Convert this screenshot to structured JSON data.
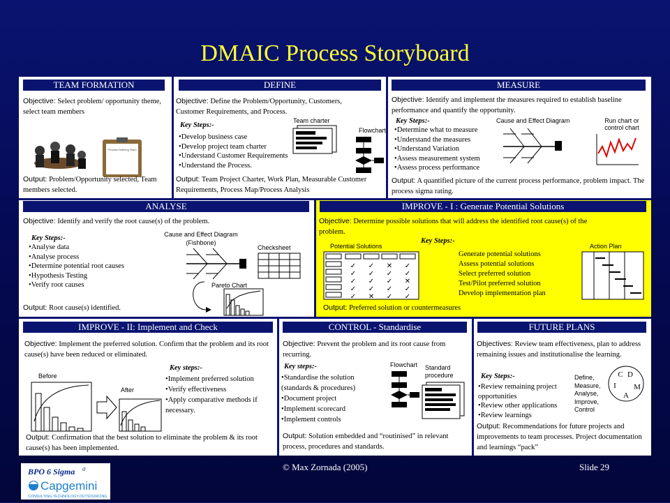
{
  "title": "DMAIC Process Storyboard",
  "sections": {
    "team": {
      "header": "TEAM FORMATION",
      "objective_label": "Objective:",
      "objective": "Select problem/ opportunity theme, select team members",
      "output_label": "Output:",
      "output": "Problem/Opportunity selected, Team members selected.",
      "clipboard_text": "Process Defining Team"
    },
    "define": {
      "header": "DEFINE",
      "objective_label": "Objective:",
      "objective": "Define the Problem/Opportunity, Customers, Customer Requirements, and Process.",
      "key_steps_label": "Key Steps:-",
      "key_steps": [
        "Develop business case",
        "Develop project team charter",
        "Understand Customer Requirements",
        "Understand the Process."
      ],
      "team_charter_caption": "Team charter",
      "flowchart_caption": "Flowchart",
      "output_label": "Output:",
      "output": "Team Project Charter, Work Plan, Measurable Customer Requirements, Process Map/Process Analysis"
    },
    "measure": {
      "header": "MEASURE",
      "objective_label": "Objective:",
      "objective": "Identify and implement the measures required to establish baseline performance and quantify the opportunity.",
      "key_steps_label": "Key Steps:-",
      "key_steps": [
        "Determine what to measure",
        "Understand the measures",
        "Understand Variation",
        "Assess measurement system",
        "Assess process performance"
      ],
      "cause_effect_caption": "Cause and Effect Diagram",
      "run_chart_caption": "Run chart or control chart",
      "output_label": "Output:",
      "output": "A quantified picture of the current process performance, problem impact. The process sigma rating."
    },
    "analyse": {
      "header": "ANALYSE",
      "objective_label": "Objective:",
      "objective": "Identify and verify the root cause(s) of the problem.",
      "key_steps_label": "Key Steps:-",
      "key_steps": [
        "Analyse data",
        "Analyse process",
        "Determine potential root causes",
        "Hypothesis Testing",
        "Verify root causes"
      ],
      "fishbone_caption": "Cause and Effect Diagram (Fishbone)",
      "checksheet_caption": "Checksheet",
      "pareto_caption": "Pareto Chart",
      "output_label": "Output:",
      "output": "Root cause(s) identified."
    },
    "improve1": {
      "header": "IMPROVE - I : Generate Potential Solutions",
      "objective_label": "Objective:",
      "objective": "Determine possible solutions that will address the identified root cause(s) of the problem.",
      "key_steps_label": "Key Steps:-",
      "key_steps": [
        "Generate potential solutions",
        "Assess potential solutions",
        "Select preferred solution",
        "Test/Pilot preferred solution",
        "Develop implementation plan"
      ],
      "potential_caption": "Potential Solutions",
      "action_plan_caption": "Action Plan",
      "output_label": "Output:",
      "output": "Preferred solution or countermeasures"
    },
    "improve2": {
      "header": "IMPROVE - II: Implement and Check",
      "objective_label": "Objective:",
      "objective": "Implement the preferred solution. Confirm that the problem and its root cause(s) have been reduced or eliminated.",
      "key_steps_label": "Key steps:-",
      "key_steps": [
        "Implement preferred solution",
        "Verify effectiveness",
        "Apply comparative methods if necessary."
      ],
      "before_caption": "Before",
      "after_caption": "After",
      "output_label": "Output:",
      "output": "Confirmation that the best solution to eliminate the problem & its root cause(s) has been implemented."
    },
    "control": {
      "header": "CONTROL - Standardise",
      "objective_label": "Objective:",
      "objective": "Prevent the problem and its root cause from recurring.",
      "key_steps_label": "Key steps:-",
      "key_steps": [
        "Standardise the solution (standards & procedures)",
        "Document project",
        "Implement scorecard",
        "Implement controls"
      ],
      "flowchart_caption": "Flowchart",
      "standard_caption": "Standard procedure",
      "output_label": "Output:",
      "output": "Solution embedded and “routinised” in relevant process, procedures and standards."
    },
    "future": {
      "header": "FUTURE PLANS",
      "objective_label": "Objectives:",
      "objective": "Review team effectiveness, plan to address remaining issues and institutionalise the learning.",
      "key_steps_label": "Key Steps:-",
      "key_steps": [
        "Review remaining project opportunities",
        "Review other applications",
        "Review learnings"
      ],
      "dmaic_letters": [
        "D",
        "M",
        "A",
        "I",
        "C"
      ],
      "dmaic_words": "Define, Measure, Analyse, Improve, Control",
      "output_label": "Output:",
      "output": "Recommendations for future projects and improvements to team processes. Project documentation and learnings “pack”"
    }
  },
  "footer": {
    "copyright": "© Max Zornada (2005)",
    "slide": "Slide 29",
    "logo_top": "BPO 6 Sigma",
    "logo_sigma": "σ",
    "logo_main": "Capgemini",
    "logo_tagline": "CONSULTING.TECHNOLOGY.OUTSOURCING"
  },
  "colors": {
    "background": "#0a1470",
    "title": "#ffff33",
    "improve_panel": "#ffff00"
  }
}
